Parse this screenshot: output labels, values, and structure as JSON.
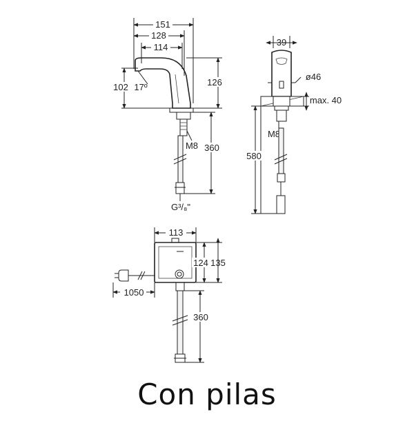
{
  "caption": "Con pilas",
  "faucet_side": {
    "width_total": "151",
    "width_mid": "128",
    "width_spout": "114",
    "height_base": "102",
    "angle": "17º",
    "height_spout": "126",
    "thread": "M8",
    "hose_length": "360",
    "connection": "G³/₈\""
  },
  "faucet_front": {
    "width": "39",
    "sensor_diameter": "ø46",
    "max_deck": "max. 40",
    "thread": "M8",
    "total_length": "580"
  },
  "control_box": {
    "width": "113",
    "height_inner": "124",
    "height_outer": "135",
    "cable_length": "1050",
    "hose_length": "360"
  }
}
